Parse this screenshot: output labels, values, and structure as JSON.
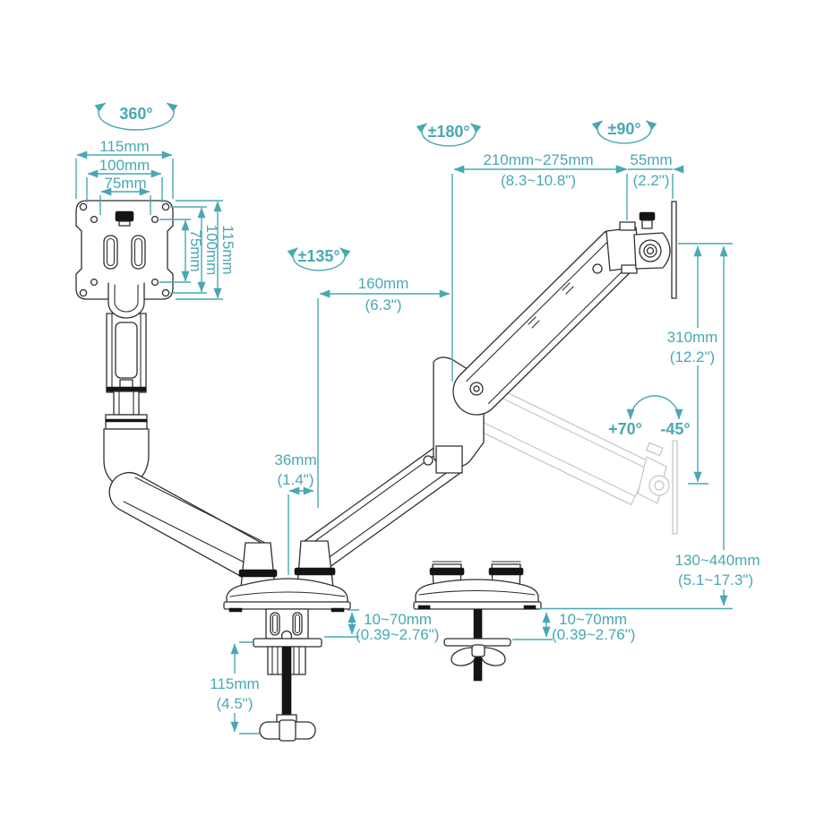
{
  "labels": {
    "rot_360": "360°",
    "rot_135": "±135°",
    "rot_180": "±180°",
    "rot_90": "±90°",
    "tilt_up": "+70°",
    "tilt_down": "-45°",
    "plate_w_115": "115mm",
    "plate_w_100": "100mm",
    "plate_w_75": "75mm",
    "plate_h_75": "75mm",
    "plate_h_100": "100mm",
    "plate_h_115": "115mm",
    "reach_mm": "210mm~275mm",
    "reach_in": "(8.3~10.8\")",
    "head_mm": "55mm",
    "head_in": "(2.2\")",
    "forearm_mm": "160mm",
    "forearm_in": "(6.3\")",
    "lift_mm": "310mm",
    "lift_in": "(12.2\")",
    "gap_mm": "36mm",
    "gap_in": "(1.4\")",
    "height_mm": "130~440mm",
    "height_in": "(5.1~17.3\")",
    "clamp_left_mm": "10~70mm",
    "clamp_left_in": "(0.39~2.76\")",
    "clamp_right_mm": "10~70mm",
    "clamp_right_in": "(0.39~2.76\")",
    "post_mm": "115mm",
    "post_in": "(4.5\")"
  },
  "colors": {
    "annotation": "#49a8b3",
    "line_art": "#2f2f2f",
    "ghost": "#c4c4c4",
    "black_parts": "#141414",
    "background": "#ffffff"
  }
}
